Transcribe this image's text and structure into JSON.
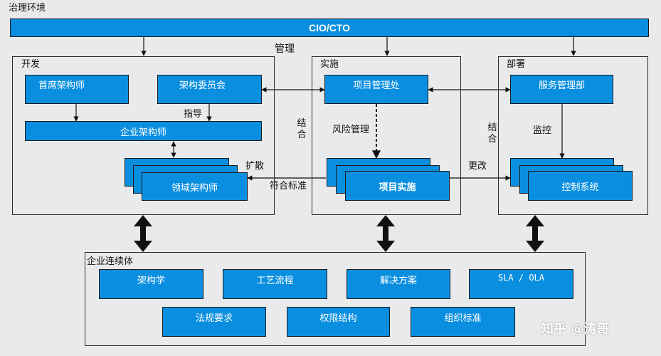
{
  "title": "治理环境",
  "top_bar": "CIO/CTO",
  "manage_label": "管理",
  "dev": {
    "title": "开发",
    "chief_architect": "首席架构师",
    "arch_committee": "架构委员会",
    "guide": "指导",
    "enterprise_architect": "企业架构师",
    "spread": "扩散",
    "domain_architect": "领域架构师"
  },
  "impl": {
    "title": "实施",
    "pmo": "项目管理处",
    "risk": "风险管理",
    "project_impl": "项目实施",
    "combine": "结合",
    "comply": "符合标准"
  },
  "deploy": {
    "title": "部署",
    "service_dept": "服务管理部",
    "monitor": "监控",
    "control_system": "控制系统",
    "combine": "结合",
    "change": "更改"
  },
  "continuum": {
    "title": "企业连续体",
    "row1": [
      "架构学",
      "工艺流程",
      "解决方案",
      "SLA / OLA"
    ],
    "row2": [
      "法规要求",
      "权限结构",
      "组织标准"
    ]
  },
  "watermark": "知乎 @涛哥"
}
